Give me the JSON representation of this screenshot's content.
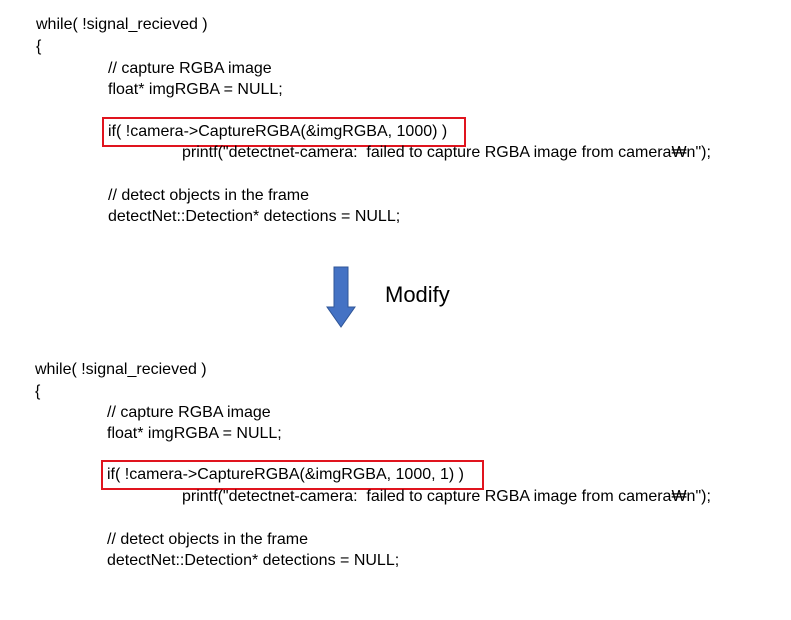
{
  "before": {
    "lines": [
      "while( !signal_recieved )",
      "{",
      "// capture RGBA image",
      "float* imgRGBA = NULL;",
      "if( !camera->CaptureRGBA(&imgRGBA, 1000) )",
      "printf(\"detectnet-camera:  failed to capture RGBA image from camera₩n\");",
      "// detect objects in the frame",
      "detectNet::Detection* detections = NULL;"
    ]
  },
  "arrow_label": "Modify",
  "after": {
    "lines": [
      "while( !signal_recieved )",
      "{",
      "// capture RGBA image",
      "float* imgRGBA = NULL;",
      "if( !camera->CaptureRGBA(&imgRGBA, 1000, 1) )",
      "printf(\"detectnet-camera:  failed to capture RGBA image from camera₩n\");",
      "// detect objects in the frame",
      "detectNet::Detection* detections = NULL;"
    ]
  },
  "colors": {
    "highlight_border": "#e0141e",
    "arrow_fill": "#4472c4",
    "arrow_stroke": "#2f5597"
  }
}
